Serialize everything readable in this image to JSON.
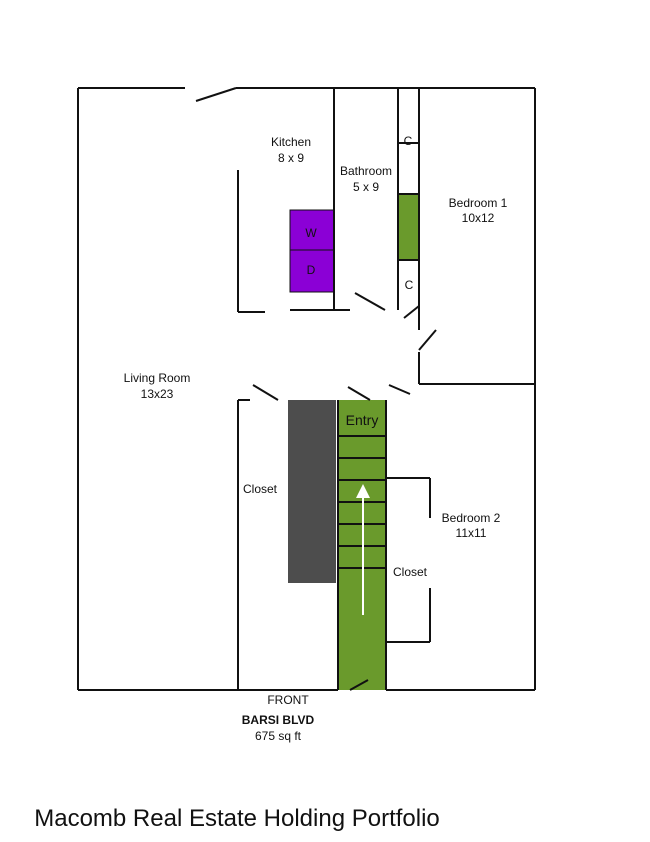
{
  "rooms": {
    "kitchen": {
      "name": "Kitchen",
      "size": "8 x 9"
    },
    "bathroom": {
      "name": "Bathroom",
      "size": "5 x 9"
    },
    "bedroom1": {
      "name": "Bedroom 1",
      "size": "10x12"
    },
    "bedroom2": {
      "name": "Bedroom 2",
      "size": "11x11"
    },
    "living": {
      "name": "Living Room",
      "size": "13x23"
    }
  },
  "labels": {
    "closet_c_top": "C",
    "closet_c_bottom": "C",
    "washer": "W",
    "dryer": "D",
    "entry": "Entry",
    "closet_left": "Closet",
    "closet_right": "Closet",
    "front": "FRONT"
  },
  "footer": {
    "street": "BARSI BLVD",
    "area": "675 sq ft"
  },
  "watermark": "Macomb Real Estate Holding Portfolio",
  "colors": {
    "appliance": "#8b00d6",
    "green": "#6a9a2c",
    "dark_block": "#4d4d4d",
    "wall": "#111111",
    "watermark": "#d7d7d7"
  }
}
